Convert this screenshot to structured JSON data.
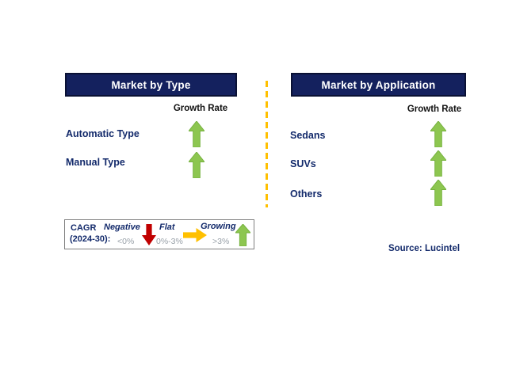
{
  "panels": {
    "type": {
      "title": "Market by Type",
      "growth_rate_label": "Growth Rate",
      "items": [
        {
          "label": "Automatic Type",
          "trend": "growing"
        },
        {
          "label": "Manual Type",
          "trend": "growing"
        }
      ]
    },
    "application": {
      "title": "Market by Application",
      "growth_rate_label": "Growth Rate",
      "items": [
        {
          "label": "Sedans",
          "trend": "growing"
        },
        {
          "label": "SUVs",
          "trend": "growing"
        },
        {
          "label": "Others",
          "trend": "growing"
        }
      ]
    }
  },
  "legend": {
    "title_line1": "CAGR",
    "title_line2": "(2024-30):",
    "entries": [
      {
        "label": "Negative",
        "range": "<0%",
        "arrow": "down-arrow",
        "color": "#C00000"
      },
      {
        "label": "Flat",
        "range": "0%-3%",
        "arrow": "right-arrow",
        "color": "#FFC000"
      },
      {
        "label": "Growing",
        "range": ">3%",
        "arrow": "up-arrow",
        "color": "#8DC650"
      }
    ]
  },
  "source": "Source: Lucintel",
  "colors": {
    "header_bg": "#14215E",
    "header_border": "#0A1134",
    "header_text": "#FFFFFF",
    "label_text": "#132A6B",
    "growth_rate_text": "#111111",
    "value_gray": "#98A0A8",
    "arrow_green_fill": "#8DC650",
    "arrow_green_stroke": "#76B23F",
    "arrow_red": "#C00000",
    "arrow_yellow": "#FFC000",
    "divider_yellow": "#FFC000",
    "legend_border": "#808080"
  }
}
